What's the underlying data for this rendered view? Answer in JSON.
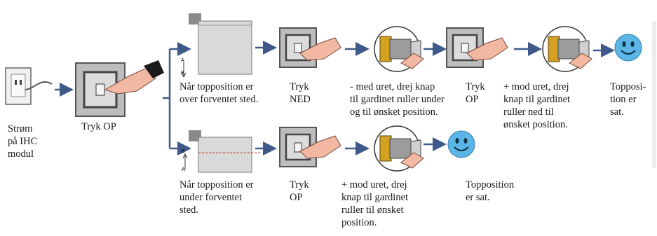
{
  "labels": {
    "power": "Strøm\npå IHC\nmodul",
    "press_up_start": "Tryk OP",
    "top_above_expected": "Når topposition er\nover forventet sted.",
    "press_down": "Tryk\nNED",
    "instr_ccw": "- med uret, drej knap\ntil gardinet ruller under\nog til ønsket position.",
    "press_up_top": "Tryk\nOP",
    "instr_cw_top": "+ mod uret, drej\nknap til gardinet\nruller ned til\nønsket position.",
    "top_set_top": "Topposi-\ntion er\nsat.",
    "top_below_expected": "Når topposition er\nunder forventet\nsted.",
    "press_up_bottom": "Tryk\nOP",
    "instr_cw_bottom": "+ mod uret, drej\nknap til gardinet\nruller til ønsket\nposition.",
    "top_set_bottom": "Topposition\ner sat."
  },
  "markers": {
    "a": "A",
    "b": "B"
  },
  "colors": {
    "arrow": "#3f5a8a",
    "smiley": "#5bb6e6",
    "blind": "#d9d9d9",
    "hand": "#f2b8a2"
  }
}
